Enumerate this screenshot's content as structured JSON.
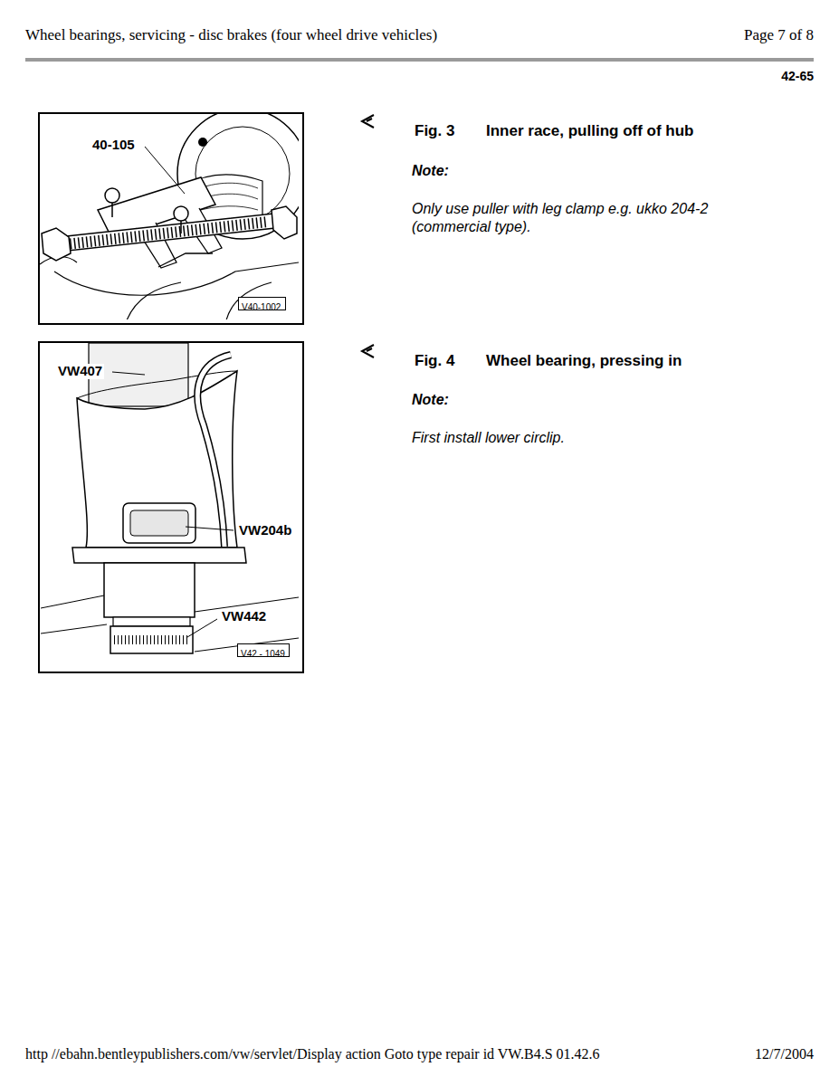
{
  "diagram": {
    "title": "Wheel bearings, servicing - disc brakes (four wheel drive vehicles)",
    "nodes": [
      {
        "text": [
          "40-105"
        ]
      },
      {
        "text": [
          "V40-1002"
        ],
        "in": 0
      },
      {
        "text": [
          "VW407",
          "VW204b",
          "VW442"
        ]
      },
      {
        "text": [
          "V42 - 1049"
        ],
        "in": 2
      }
    ],
    "labels": [
      "Page 7 of 8",
      "42-65",
      "Fig. 3",
      "Inner race, pulling off of hub",
      "Note:",
      "Only use puller with leg clamp e.g. ukko 204-2 (commercial type).",
      "Fig. 4",
      "Wheel bearing, pressing in",
      "Note:",
      "First install lower circlip.",
      "http //ebahn.bentleypublishers.com/vw/servlet/Display action Goto type repair id VW.B4.S 01.42.6",
      "12/7/2004"
    ]
  }
}
